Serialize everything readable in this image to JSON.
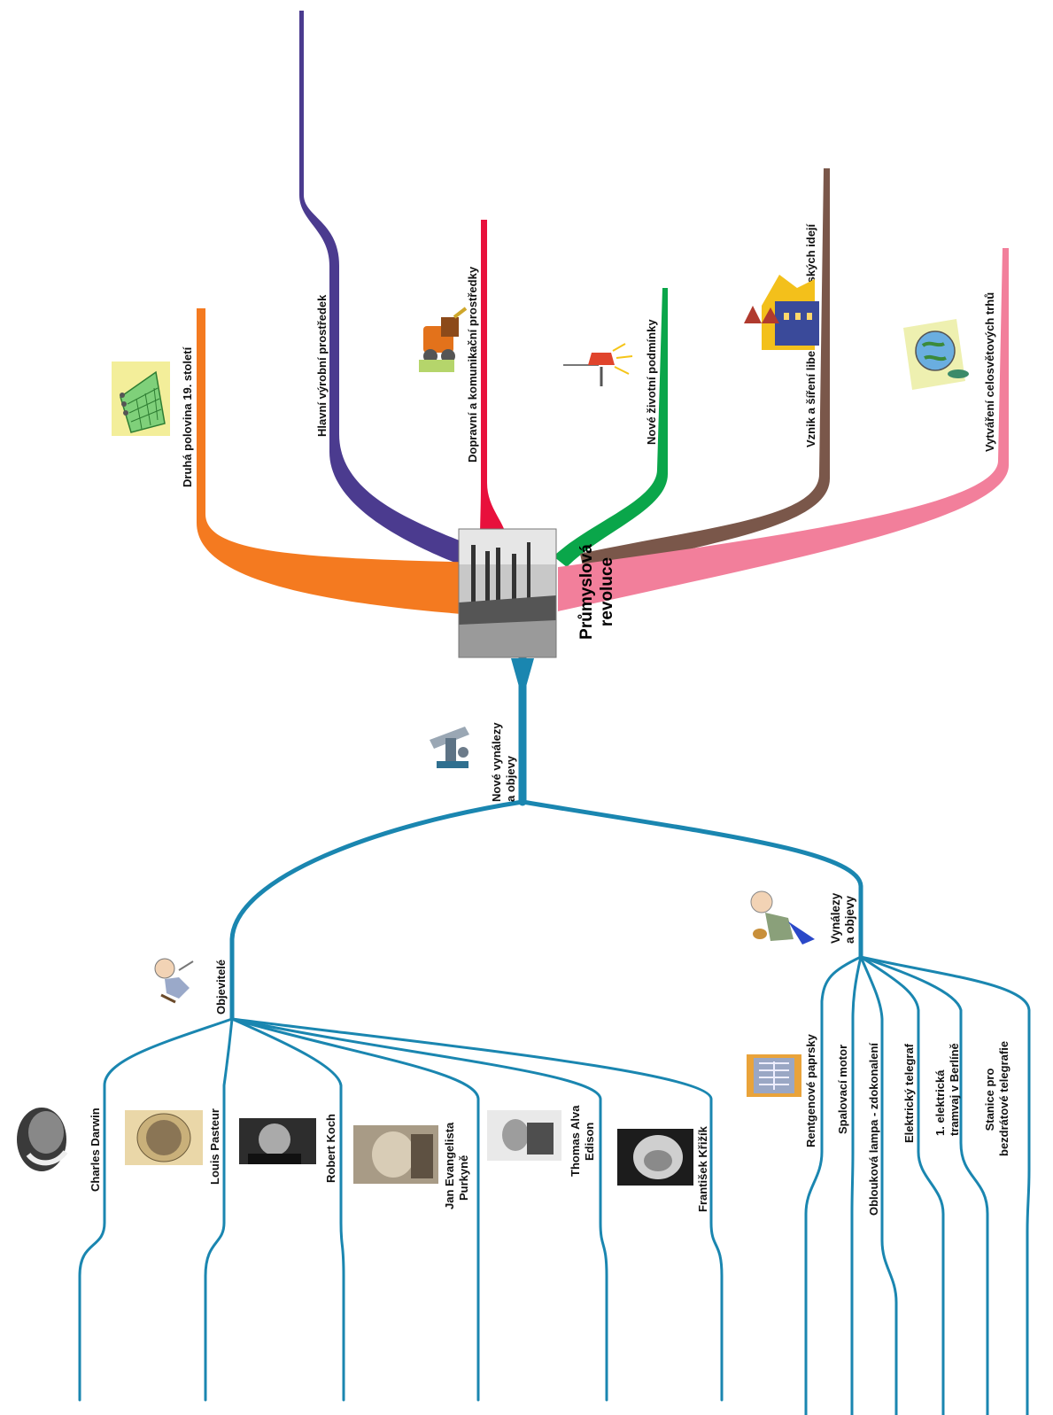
{
  "center": {
    "label_line1": "Průmyslová",
    "label_line2": "revoluce"
  },
  "branches": [
    {
      "id": "druha",
      "label": "Druhá polovina 19. století",
      "color": "#f47a20",
      "icon": "calendar-icon"
    },
    {
      "id": "hlavni",
      "label": "Hlavní výrobní prostředek",
      "color": "#4b3b8f",
      "icon": ""
    },
    {
      "id": "dopravni",
      "label": "Dopravní a komunikační prostředky",
      "color": "#e8103c",
      "icon": "train-icon"
    },
    {
      "id": "nove_zivotni",
      "label": "Nové životní podmínky",
      "color": "#0aa64a",
      "icon": "lamp-icon"
    },
    {
      "id": "vznik",
      "label": "Vznik a šíření liberálních městských idejí",
      "color": "#7a574a",
      "icon": "town-icon"
    },
    {
      "id": "vytvareni",
      "label": "Vytváření celosvětových trhů",
      "color": "#f27f9b",
      "icon": "globe-icon"
    }
  ],
  "inventions": {
    "label_line1": "Nové vynálezy",
    "label_line2": "a objevy",
    "color": "#1a86b0",
    "icon": "microscope-icon"
  },
  "discoverers": {
    "label": "Objevitelé",
    "icon": "scientist-icon",
    "people": [
      {
        "label_lines": [
          "Charles Darwin"
        ],
        "icon": "darwin-portrait"
      },
      {
        "label_lines": [
          "Louis Pasteur"
        ],
        "icon": "pasteur-portrait"
      },
      {
        "label_lines": [
          "Robert Koch"
        ],
        "icon": "koch-portrait"
      },
      {
        "label_lines": [
          "Jan Evangelista",
          "Purkyně"
        ],
        "icon": "purkyne-portrait"
      },
      {
        "label_lines": [
          "Thomas Alva",
          "Edison"
        ],
        "icon": "edison-portrait"
      },
      {
        "label_lines": [
          "František Křižík"
        ],
        "icon": "krizik-portrait"
      }
    ]
  },
  "inventions_branch": {
    "label_line1": "Vynálezy",
    "label_line2": "a objevy",
    "icon": "inventor-icon",
    "items": [
      {
        "label_lines": [
          "Rentgenové paprsky"
        ],
        "icon": "xray-icon"
      },
      {
        "label_lines": [
          "Spalovací motor"
        ]
      },
      {
        "label_lines": [
          "Oblouková lampa - zdokonalení"
        ]
      },
      {
        "label_lines": [
          "Elektrický telegraf"
        ]
      },
      {
        "label_lines": [
          "1. elektrická",
          "tramvaj v Berlíně"
        ]
      },
      {
        "label_lines": [
          "Stanice pro",
          "bezdrátové telegrafie"
        ]
      }
    ]
  }
}
